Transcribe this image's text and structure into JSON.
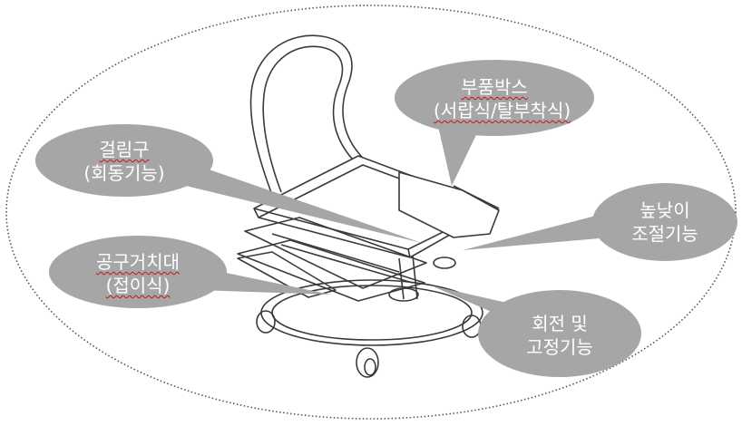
{
  "diagram": {
    "callouts": [
      {
        "id": "parts-box",
        "line1": "부품박스",
        "line2": "(서랍식/탈부착식)"
      },
      {
        "id": "hanger",
        "line1": "걸림구",
        "line2": "(회동기능)"
      },
      {
        "id": "height",
        "line1": "높낮이",
        "line2": "조절기능"
      },
      {
        "id": "tool-holder",
        "line1": "공구거치대",
        "line2": "(접이식)"
      },
      {
        "id": "rotation",
        "line1": "회전 및",
        "line2": "고정기능"
      }
    ],
    "colors": {
      "callout_fill": "#a6a6a6",
      "callout_text": "#ffffff",
      "ellipse_border": "#5a5a5a",
      "drawing_line": "#3a3a3a"
    }
  }
}
